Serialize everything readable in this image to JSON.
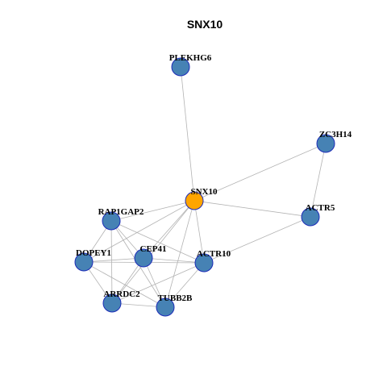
{
  "graph": {
    "title": "SNX10",
    "colors": {
      "default_node": "#4682b4",
      "highlight_node": "#ffa500",
      "node_border": "#1c2bb8",
      "edge": "#b3b3b3"
    },
    "nodes": [
      {
        "id": "PLEKHG6",
        "label": "PLEKHG6",
        "highlight": false
      },
      {
        "id": "ZC3H14",
        "label": "ZC3H14",
        "highlight": false
      },
      {
        "id": "SNX10",
        "label": "SNX10",
        "highlight": true
      },
      {
        "id": "RAP1GAP2",
        "label": "RAP1GAP2",
        "highlight": false
      },
      {
        "id": "ACTR5",
        "label": "ACTR5",
        "highlight": false
      },
      {
        "id": "DOPEY1",
        "label": "DOPEY1",
        "highlight": false
      },
      {
        "id": "CEP41",
        "label": "CEP41",
        "highlight": false
      },
      {
        "id": "ACTR10",
        "label": "ACTR10",
        "highlight": false
      },
      {
        "id": "ARRDC2",
        "label": "ARRDC2",
        "highlight": false
      },
      {
        "id": "TUBB2B",
        "label": "TUBB2B",
        "highlight": false
      }
    ],
    "edges": [
      [
        "PLEKHG6",
        "SNX10"
      ],
      [
        "SNX10",
        "ZC3H14"
      ],
      [
        "ZC3H14",
        "ACTR5"
      ],
      [
        "SNX10",
        "ACTR5"
      ],
      [
        "ACTR5",
        "ACTR10"
      ],
      [
        "SNX10",
        "RAP1GAP2"
      ],
      [
        "SNX10",
        "DOPEY1"
      ],
      [
        "SNX10",
        "CEP41"
      ],
      [
        "SNX10",
        "ACTR10"
      ],
      [
        "SNX10",
        "ARRDC2"
      ],
      [
        "SNX10",
        "TUBB2B"
      ],
      [
        "RAP1GAP2",
        "DOPEY1"
      ],
      [
        "RAP1GAP2",
        "CEP41"
      ],
      [
        "RAP1GAP2",
        "ACTR10"
      ],
      [
        "RAP1GAP2",
        "ARRDC2"
      ],
      [
        "RAP1GAP2",
        "TUBB2B"
      ],
      [
        "DOPEY1",
        "CEP41"
      ],
      [
        "DOPEY1",
        "ACTR10"
      ],
      [
        "DOPEY1",
        "ARRDC2"
      ],
      [
        "DOPEY1",
        "TUBB2B"
      ],
      [
        "CEP41",
        "ACTR10"
      ],
      [
        "CEP41",
        "ARRDC2"
      ],
      [
        "CEP41",
        "TUBB2B"
      ],
      [
        "ACTR10",
        "ARRDC2"
      ],
      [
        "ACTR10",
        "TUBB2B"
      ],
      [
        "ARRDC2",
        "TUBB2B"
      ]
    ]
  }
}
